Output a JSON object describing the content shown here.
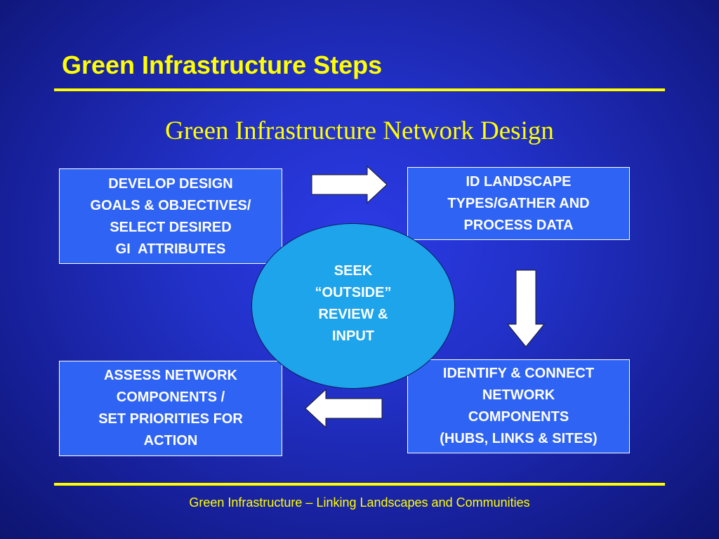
{
  "slide": {
    "title": "Green Infrastructure Steps",
    "subtitle": "Green Infrastructure Network Design",
    "footer": "Green Infrastructure – Linking Landscapes and Communities"
  },
  "diagram": {
    "box_top_left": [
      "DEVELOP DESIGN",
      "GOALS & OBJECTIVES/",
      "SELECT DESIRED",
      "GI  ATTRIBUTES"
    ],
    "box_top_right": [
      "ID LANDSCAPE",
      "TYPES/GATHER AND",
      "PROCESS DATA"
    ],
    "box_bottom_right": [
      "IDENTIFY & CONNECT",
      "NETWORK",
      "COMPONENTS",
      "(HUBS, LINKS & SITES)"
    ],
    "box_bottom_left": [
      "ASSESS NETWORK",
      "COMPONENTS /",
      "SET PRIORITIES FOR",
      "ACTION"
    ],
    "center": [
      "SEEK",
      "“OUTSIDE”",
      "REVIEW &",
      "INPUT"
    ]
  },
  "colors": {
    "background": "#2231c8",
    "title": "#ffff00",
    "box_fill": "#2f63f4",
    "ellipse_fill": "#1ea4ea",
    "arrow_fill": "#ffffff"
  },
  "icons": {
    "arrow_1": "arrow-right-icon",
    "arrow_2": "arrow-down-icon",
    "arrow_3": "arrow-left-icon"
  }
}
